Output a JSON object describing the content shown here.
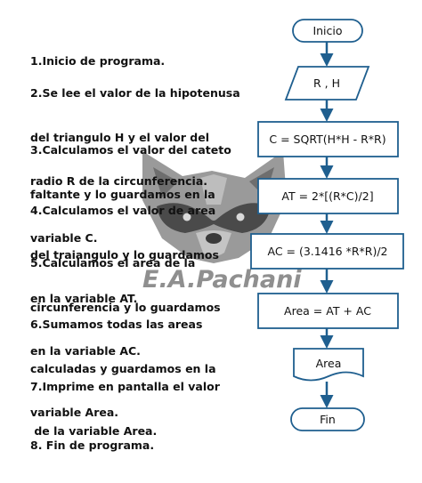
{
  "steps": [
    {
      "lines": [
        "1.Inicio de programa."
      ]
    },
    {
      "lines": [
        "2.Se lee el valor de la hipotenusa",
        "del triangulo H y el valor del",
        "radio R de la circunferencia."
      ]
    },
    {
      "lines": [
        "3.Calculamos el valor del cateto",
        "faltante y lo guardamos en la",
        "variable C."
      ]
    },
    {
      "lines": [
        "4.Calculamos el valor de area",
        "del traiangulo y lo guardamos",
        "en la variable AT."
      ]
    },
    {
      "lines": [
        "5.Calculamos el area de la",
        "circunferencia y lo guardamos",
        "en la variable AC."
      ]
    },
    {
      "lines": [
        "6.Sumamos todas las areas",
        "calculadas y guardamos en la",
        "variable Area."
      ]
    },
    {
      "lines": [
        "7.Imprime en pantalla el valor",
        " de la variable Area."
      ]
    },
    {
      "lines": [
        "8. Fin de programa."
      ]
    }
  ],
  "flowchart": {
    "start": "Inicio",
    "input": "R , H",
    "process_c": "C = SQRT(H*H - R*R)",
    "process_at": "AT = 2*[(R*C)/2]",
    "process_ac": "AC = (3.1416 *R*R)/2",
    "process_area": "Area = AT + AC",
    "output": "Area",
    "end": "Fin"
  },
  "watermark": {
    "text": "E.A.Pachani",
    "icon": "raccoon-head-icon",
    "color": "#8f8f8f"
  },
  "colors": {
    "box_stroke": "#1f5f8f",
    "arrow": "#1f5f8f"
  }
}
